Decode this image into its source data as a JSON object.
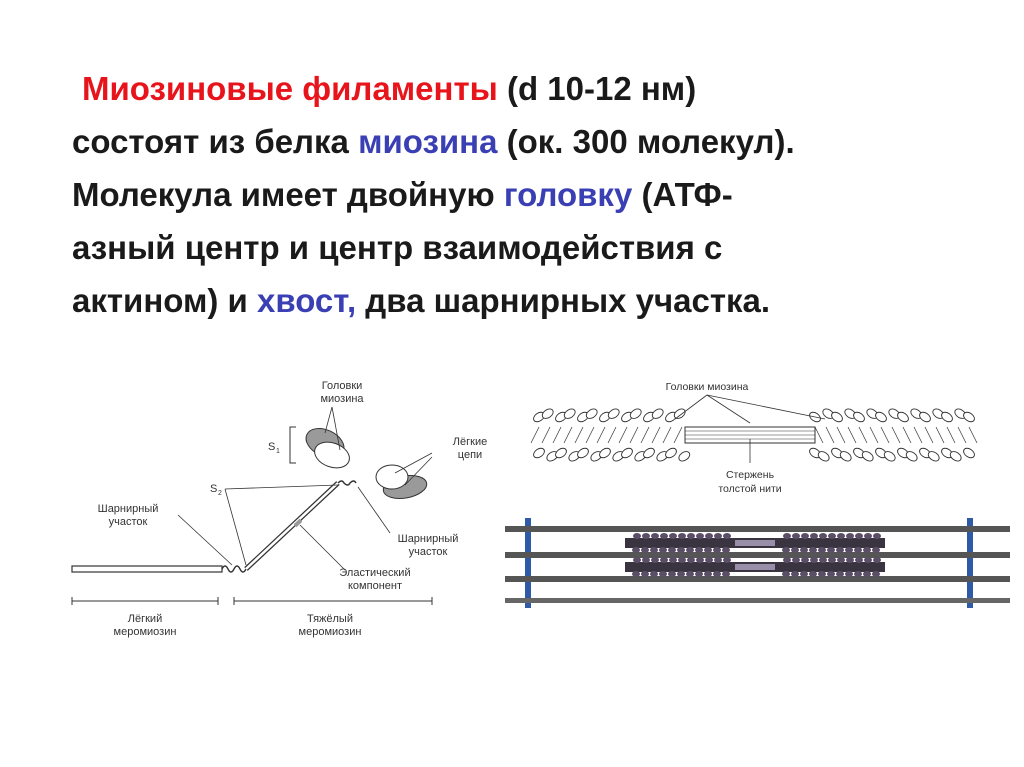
{
  "text": {
    "line1": {
      "term": "Миозиновые филаменты",
      "rest": " (d 10-12 нм)"
    },
    "line2": {
      "pre": "состоят из белка ",
      "term": "миозина",
      "post": " (ок. 300 молекул)."
    },
    "line3": {
      "pre": "Молекула имеет двойную ",
      "term": "головку",
      "post": " (АТФ-"
    },
    "line4": "азный центр и центр взаимодействия с",
    "line5": {
      "pre": "актином) и ",
      "term": "хвост,",
      "post": " два шарнирных участка."
    }
  },
  "diagram_left": {
    "label_heads": [
      "Головки",
      "миозина"
    ],
    "label_s1": "S",
    "label_s1_sub": "1",
    "label_s2": "S",
    "label_s2_sub": "2",
    "label_light_chains": [
      "Лёгкие",
      "цепи"
    ],
    "label_hinge_left": [
      "Шарнирный",
      "участок"
    ],
    "label_hinge_right": [
      "Шарнирный",
      "участок"
    ],
    "label_elastic": [
      "Эластический",
      "компонент"
    ],
    "label_lmm": [
      "Лёгкий",
      "меромиозин"
    ],
    "label_hmm": [
      "Тяжёлый",
      "меромиозин"
    ]
  },
  "diagram_right_top": {
    "label_heads": "Головки миозина",
    "label_rod": [
      "Стержень",
      "толстой нити"
    ]
  },
  "colors": {
    "heading_red": "#e8141c",
    "term_blue": "#3a3fb3",
    "text": "#1a1a1a",
    "myosin_dark": "#3a3340",
    "z_line_blue": "#2f5aa8"
  }
}
